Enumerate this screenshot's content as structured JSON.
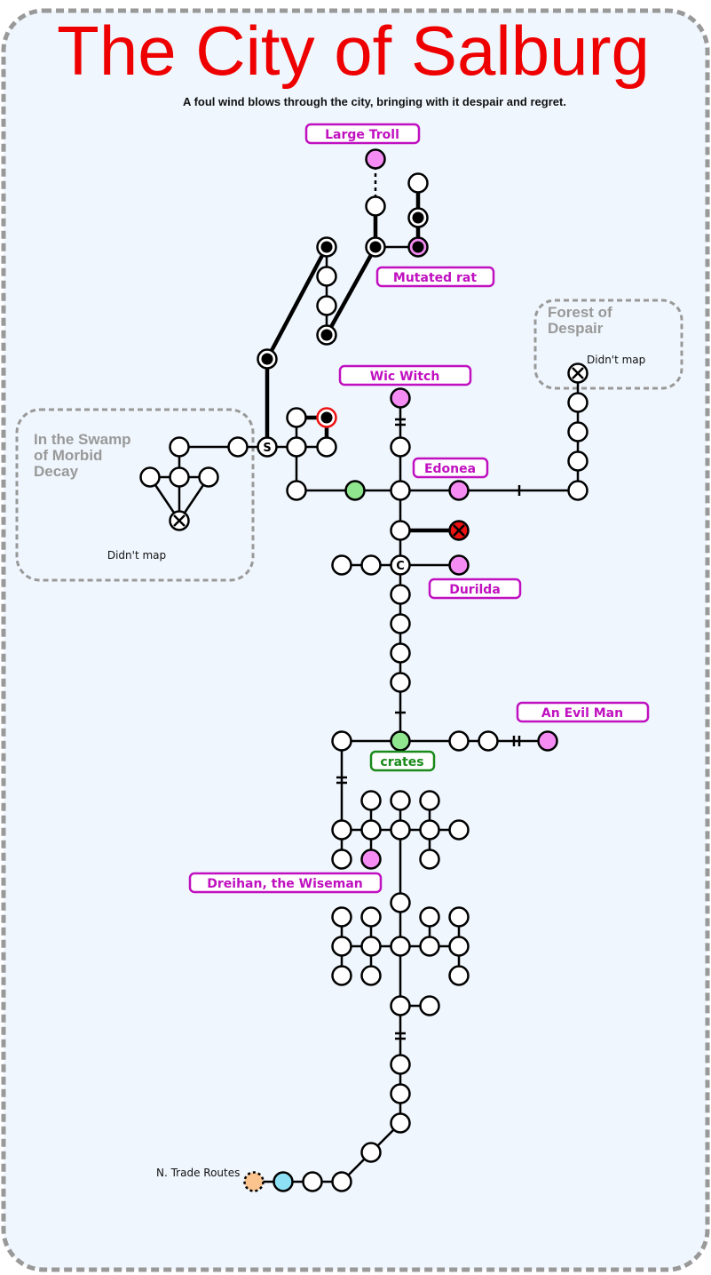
{
  "map": {
    "title": "The City of Salburg",
    "subtitle": "A foul wind blows through the city, bringing with it despair and regret.",
    "colors": {
      "background": "#eff6fd",
      "border": "#999999",
      "title": "#ee0000",
      "npc": "#c010c0",
      "npc_fill": "#f58cf3",
      "green": "#1a8a1a",
      "green_fill": "#8fe68f",
      "danger": "#ee1111",
      "exit_fill": "#fbc48e",
      "start_fill": "#8ee0f4",
      "region_text": "#999999"
    },
    "regions": [
      {
        "name": "In the Swamp of Morbid Decay",
        "lines": [
          "In the Swamp",
          "of Morbid",
          "Decay"
        ],
        "note": "Didn't map"
      },
      {
        "name": "Forest of Despair",
        "lines": [
          "Forest of",
          "Despair"
        ],
        "note": "Didn't map"
      }
    ],
    "npc_labels": [
      {
        "id": "large-troll",
        "text": "Large Troll",
        "kind": "npc"
      },
      {
        "id": "mutated-rat",
        "text": "Mutated rat",
        "kind": "npc"
      },
      {
        "id": "wic-witch",
        "text": "Wic Witch",
        "kind": "npc"
      },
      {
        "id": "edonea",
        "text": "Edonea",
        "kind": "npc"
      },
      {
        "id": "durilda",
        "text": "Durilda",
        "kind": "npc"
      },
      {
        "id": "an-evil-man",
        "text": "An Evil Man",
        "kind": "npc"
      },
      {
        "id": "crates",
        "text": "crates",
        "kind": "item"
      },
      {
        "id": "dreihan",
        "text": "Dreihan, the Wiseman",
        "kind": "npc"
      }
    ],
    "exit_label": "N. Trade Routes",
    "node_markers": {
      "shop_s": "S",
      "shop_c": "C"
    }
  }
}
